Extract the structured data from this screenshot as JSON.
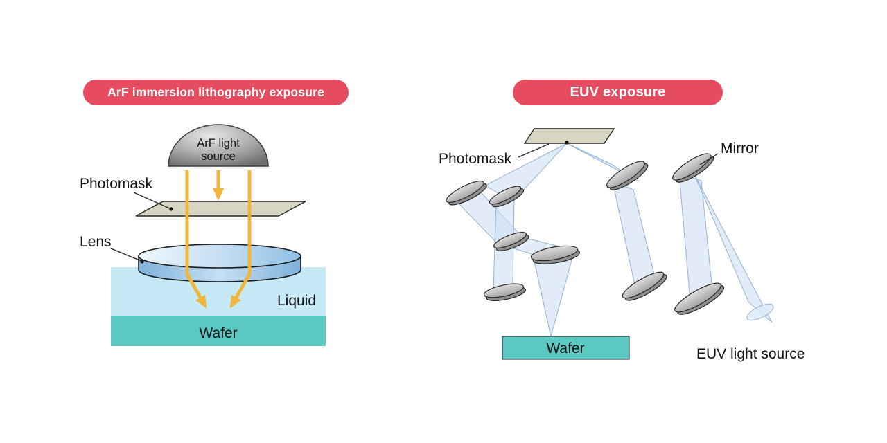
{
  "colors": {
    "header_bg": "#e64c5f",
    "header_text": "#ffffff",
    "label_text": "#111111",
    "beam_fill": "#cfe1f3",
    "beam_stroke": "#90b2d2",
    "arrow": "#f1b53c",
    "liquid": "#c6e9f6",
    "wafer": "#5bc8c1",
    "mask": "#d8d5c2",
    "mirror_face": "#c9c9c9",
    "mirror_side": "#8f8f8f",
    "outline": "#222222"
  },
  "left_panel": {
    "title": "ArF immersion lithography exposure",
    "labels": {
      "light_source_line1": "ArF light",
      "light_source_line2": "source",
      "photomask": "Photomask",
      "lens": "Lens",
      "liquid": "Liquid",
      "wafer": "Wafer"
    }
  },
  "right_panel": {
    "title": "EUV exposure",
    "labels": {
      "photomask": "Photomask",
      "mirror": "Mirror",
      "wafer": "Wafer",
      "light_source": "EUV light source"
    }
  }
}
